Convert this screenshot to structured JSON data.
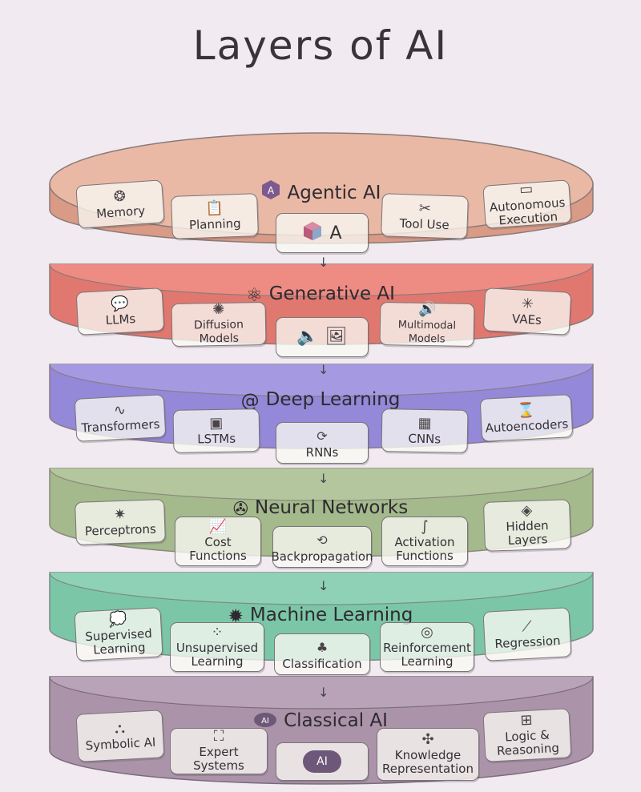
{
  "title": "Layers of AI",
  "layers": [
    {
      "name": "Agentic AI",
      "title_icon": "A",
      "color": "#e9b9a6",
      "cards": [
        {
          "label": "Memory",
          "icon": "brain-icon"
        },
        {
          "label": "Planning",
          "icon": "clipboard-icon"
        },
        {
          "label": "A",
          "icon": "cube-icon"
        },
        {
          "label": "Tool Use",
          "icon": "tools-icon"
        },
        {
          "label": "Autonomous Execution",
          "icon": "terminal-icon"
        }
      ]
    },
    {
      "name": "Generative AI",
      "title_icon": "atom-icon",
      "color": "#ee8b82",
      "cards": [
        {
          "label": "LLMs",
          "icon": "chat-icon"
        },
        {
          "label": "Diffusion Models",
          "icon": "network-icon"
        },
        {
          "label": "",
          "icon": "media-icon"
        },
        {
          "label": "Multimodal Models",
          "icon": "speaker-icon"
        },
        {
          "label": "VAEs",
          "icon": "graph-icon"
        }
      ]
    },
    {
      "name": "Deep Learning",
      "title_icon": "swirl-icon",
      "color": "#a59ae2",
      "cards": [
        {
          "label": "Transformers",
          "icon": "loop-icon"
        },
        {
          "label": "LSTMs",
          "icon": "chip-icon"
        },
        {
          "label": "RNNs",
          "icon": "ring-icon"
        },
        {
          "label": "CNNs",
          "icon": "grid-icon"
        },
        {
          "label": "Autoencoders",
          "icon": "hourglass-icon"
        }
      ]
    },
    {
      "name": "Neural Networks",
      "title_icon": "neuron-icon",
      "color": "#b3c69e",
      "cards": [
        {
          "label": "Perceptrons",
          "icon": "node-icon"
        },
        {
          "label": "Cost Functions",
          "icon": "chart-icon"
        },
        {
          "label": "Backpropagation",
          "icon": "refresh-icon"
        },
        {
          "label": "Activation Functions",
          "icon": "curve-icon"
        },
        {
          "label": "Hidden Layers",
          "icon": "layers-icon"
        }
      ]
    },
    {
      "name": "Machine Learning",
      "title_icon": "gear-icon",
      "color": "#8ed1b6",
      "cards": [
        {
          "label": "Supervised Learning",
          "icon": "chat-icon"
        },
        {
          "label": "Unsupervised Learning",
          "icon": "scatter-icon"
        },
        {
          "label": "Classification",
          "icon": "tree-icon"
        },
        {
          "label": "Reinforcement Learning",
          "icon": "target-icon"
        },
        {
          "label": "Regression",
          "icon": "line-chart-icon"
        }
      ]
    },
    {
      "name": "Classical AI",
      "title_icon": "AI",
      "color": "#b9a3b8",
      "cards": [
        {
          "label": "Symbolic AI",
          "icon": "node-icon"
        },
        {
          "label": "Expert Systems",
          "icon": "hierarchy-icon"
        },
        {
          "label": "AI",
          "icon": "cloud-icon"
        },
        {
          "label": "Knowledge Representation",
          "icon": "network-icon"
        },
        {
          "label": "Logic & Reasoning",
          "icon": "maze-icon"
        }
      ]
    }
  ]
}
